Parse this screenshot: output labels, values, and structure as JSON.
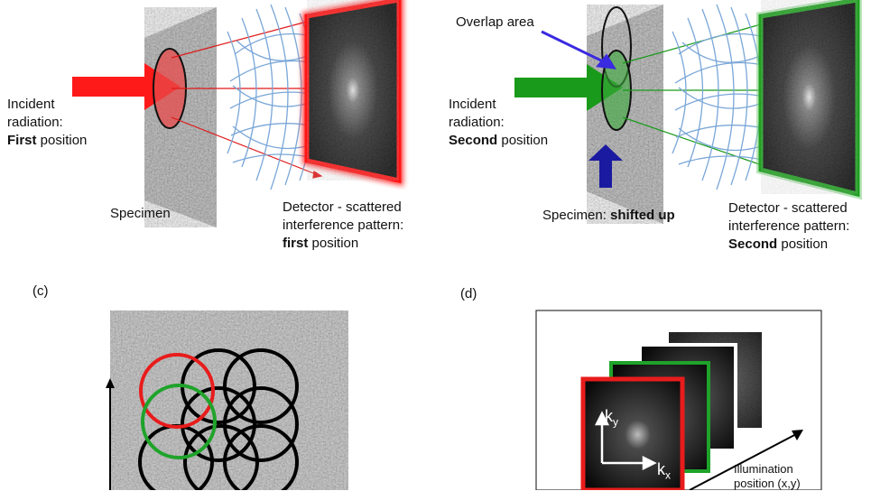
{
  "panel_a": {
    "incident": [
      "Incident",
      "radiation:"
    ],
    "position_bold": "First",
    "position_rest": " position",
    "specimen": "Specimen",
    "detector": [
      "Detector - scattered",
      "interference pattern:"
    ],
    "detector_position": "first",
    "detector_position_rest": " position",
    "beam_color": "#ff1a1a",
    "frame_color": "#ff1414"
  },
  "panel_b": {
    "overlap": "Overlap area",
    "incident": [
      "Incident",
      "radiation:"
    ],
    "position_bold": "Second",
    "position_rest": " position",
    "specimen_prefix": "Specimen: ",
    "specimen_bold": "shifted up",
    "detector": [
      "Detector - scattered",
      "interference pattern:"
    ],
    "detector_position": "Second",
    "detector_position_rest": " position",
    "beam_color": "#1a9a1a",
    "frame_color": "#20a020",
    "shift_arrow_color": "#1a1aa0"
  },
  "panel_c": {
    "label": "(c)"
  },
  "panel_d": {
    "label": "(d)",
    "ky": "k",
    "ky_sub": "y",
    "kx": "k",
    "kx_sub": "x",
    "illumination": [
      "Illumination",
      "position (x,y)"
    ]
  }
}
